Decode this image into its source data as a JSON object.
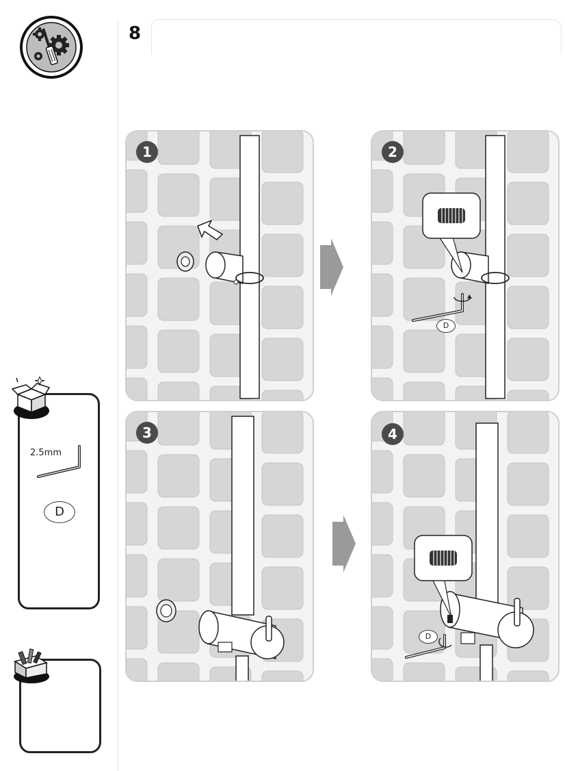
{
  "page": {
    "number": "8"
  },
  "icons": {
    "tools": "tools-gears-icon",
    "box_contents": "open-box-icon",
    "toolbox": "toolbox-icon",
    "screw": "threaded-screw-icon",
    "hex_key": "hex-key-icon",
    "step_arrow": "next-step-arrow-icon"
  },
  "steps": [
    {
      "label": "1"
    },
    {
      "label": "2",
      "part": "D"
    },
    {
      "label": "3"
    },
    {
      "label": "4",
      "part": "D"
    }
  ],
  "included_parts": {
    "hex_key_size": "2.5mm",
    "part_letter": "D"
  },
  "colors": {
    "tile": "#d8d8d8",
    "grout": "#ffffff",
    "badge": "#4a4a4a",
    "arrow": "#9a9a9a",
    "outline": "#222222"
  }
}
